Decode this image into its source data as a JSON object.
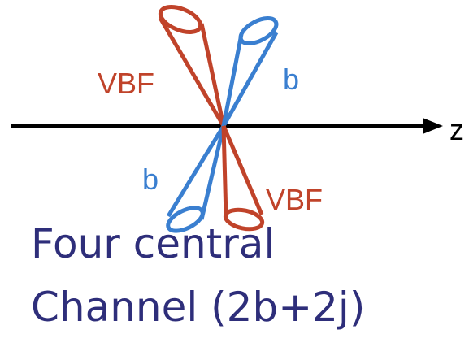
{
  "labels": {
    "vbf_upper": "VBF",
    "b_upper": "b",
    "b_lower": "b",
    "vbf_lower": "VBF",
    "axis": "z"
  },
  "caption": {
    "line1": "Four central",
    "line2": "Channel (2b+2j)"
  },
  "colors": {
    "vbf": "#C0432A",
    "b": "#3A7FD0",
    "axis": "#000000",
    "caption": "#2E2E7A"
  }
}
